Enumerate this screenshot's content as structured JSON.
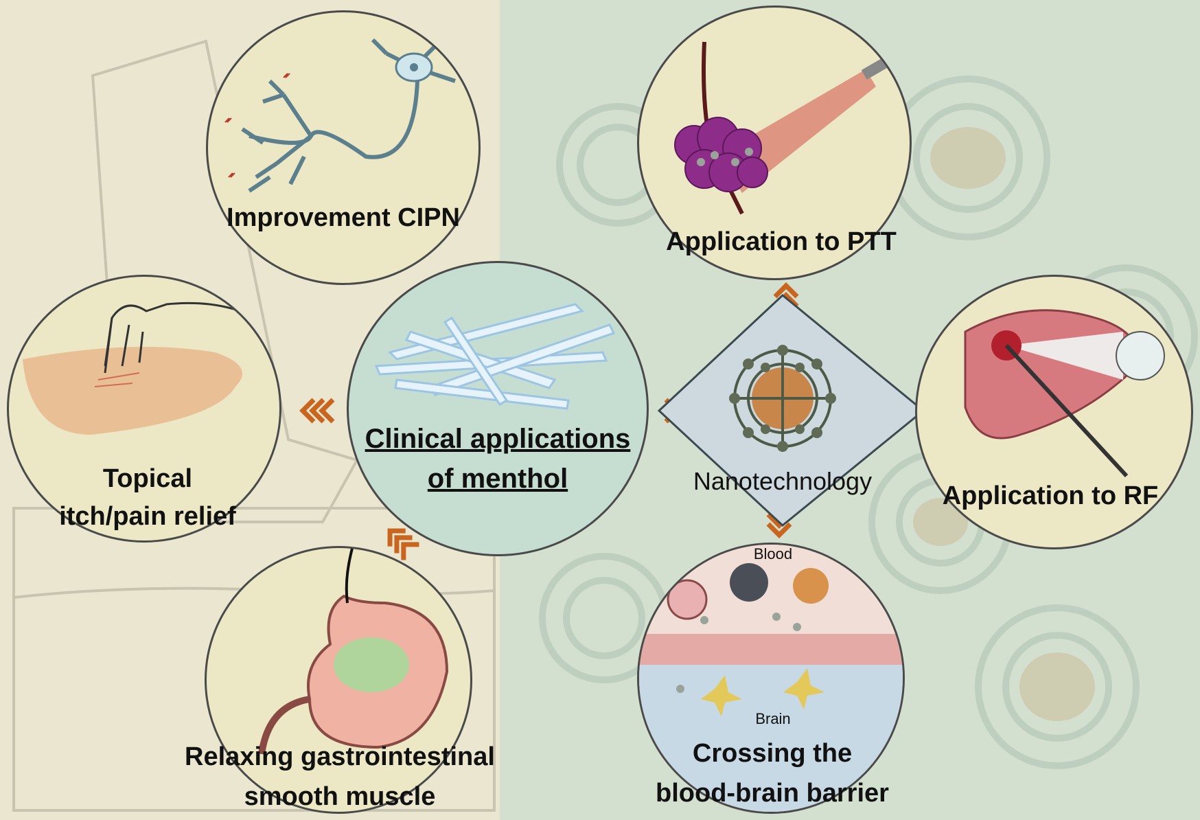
{
  "center": {
    "line1": "Clinical applications",
    "line2": "of menthol"
  },
  "nano": {
    "label": "Nanotechnology"
  },
  "nodes": {
    "cipn": "Improvement CIPN",
    "itch_line1": "Topical",
    "itch_line2": "itch/pain relief",
    "gi_line1": "Relaxing gastrointestinal",
    "gi_line2": "smooth muscle",
    "ptt": "Application to PTT",
    "rf": "Application to RF",
    "bbb_line1": "Crossing the",
    "bbb_line2": "blood-brain barrier"
  },
  "bbb_inner": {
    "blood": "Blood",
    "brain": "Brain"
  },
  "colors": {
    "arrow": "#c8651e",
    "circle_fill": "#ece8c6",
    "center_fill": "#c6ddd2",
    "diamond_fill": "#cdd9de"
  }
}
